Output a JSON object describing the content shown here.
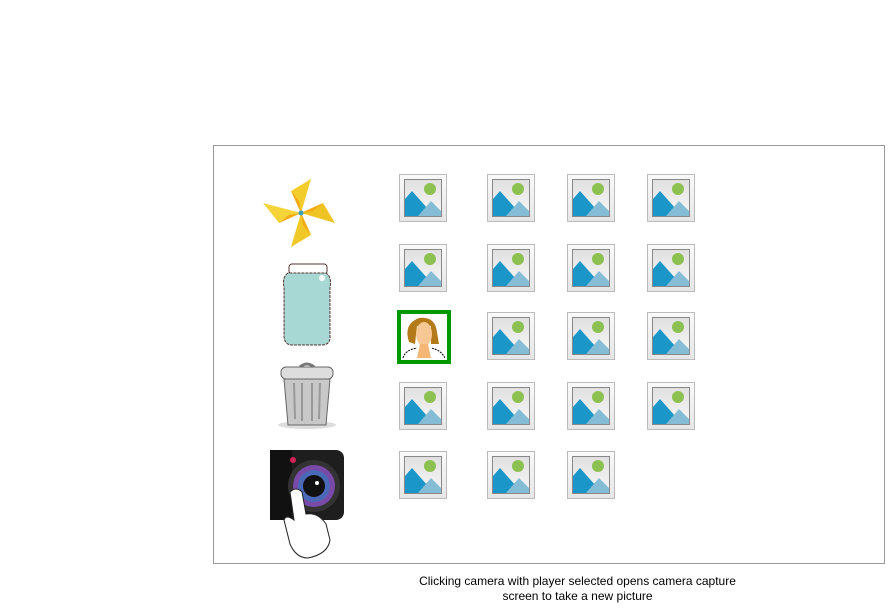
{
  "tools": [
    {
      "name": "pinwheel"
    },
    {
      "name": "jar"
    },
    {
      "name": "trash"
    },
    {
      "name": "camera"
    }
  ],
  "grid": {
    "rows": [
      4,
      4,
      4,
      4,
      3
    ],
    "selected": {
      "row": 2,
      "col": 0,
      "kind": "player-avatar"
    }
  },
  "colors": {
    "selection": "#009900",
    "frame": "#999999"
  },
  "caption": {
    "line1": "Clicking camera with player selected opens camera capture",
    "line2": "screen to take a new picture"
  }
}
